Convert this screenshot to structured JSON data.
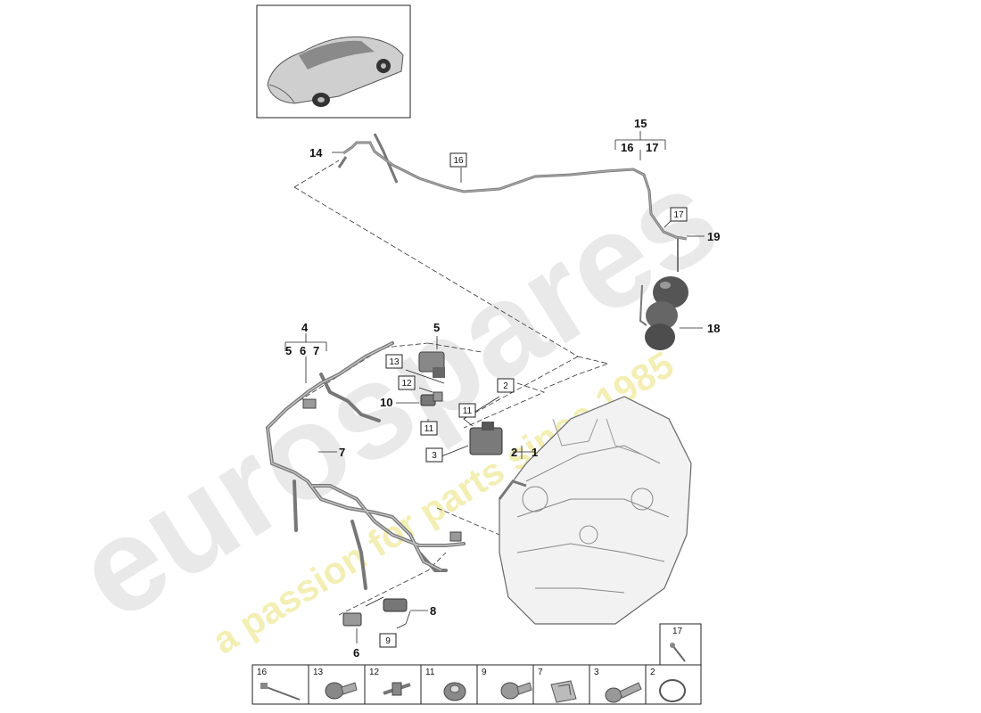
{
  "watermark": {
    "brand": "eurospares",
    "tagline": "a passion for parts since 1985",
    "brand_color": "#e6e6e6",
    "tagline_color": "#f3efb4"
  },
  "callouts": {
    "c1": "1",
    "c2": "2",
    "c4": "4",
    "c4a": "5",
    "c4b": "6",
    "c4c": "7",
    "c5": "5",
    "c6": "6",
    "c7": "7",
    "c8": "8",
    "c10": "10",
    "c14": "14",
    "c15": "15",
    "c15a": "16",
    "c15b": "17",
    "c18": "18",
    "c19": "19"
  },
  "boxed_callouts": {
    "b16": "16",
    "b17": "17",
    "b13": "13",
    "b12": "12",
    "b11a": "11",
    "b11b": "11",
    "b2": "2",
    "b3": "3",
    "b9": "9"
  },
  "parts_legend": {
    "top": "17",
    "cells": [
      "16",
      "13",
      "12",
      "11",
      "9",
      "7",
      "3",
      "2"
    ]
  },
  "icons": {
    "thumbnail": "car-thumbnail-icon",
    "engine": "engine-block-icon",
    "reservoir": "vacuum-reservoir-icon"
  }
}
